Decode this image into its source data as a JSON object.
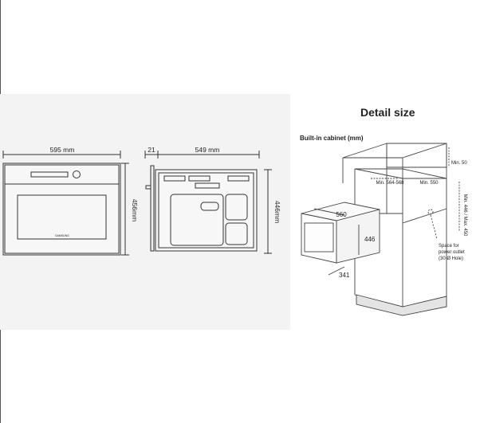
{
  "detail": {
    "title": "Detail size",
    "cabinet_label": "Built-in cabinet (mm)",
    "min_50": "Min. 50",
    "min_550": "Min. 550",
    "width_range": "Min. 564-568",
    "height_range": "Min. 446 / Max. 450",
    "oven_width": "560",
    "oven_height": "446",
    "oven_depth": "341",
    "outlet_line1": "Space for",
    "outlet_line2": "power outlet",
    "outlet_line3": "(30 Ø Hole)"
  },
  "front_view": {
    "width_label": "595 mm",
    "height_label": "456mm",
    "brand": "SAMSUNG"
  },
  "side_view": {
    "door_label": "21",
    "depth_label": "549 mm",
    "height_label": "446mm"
  },
  "colors": {
    "line": "#333333",
    "panel": "#f3f3f3",
    "cabinet_base": "#e4e4e4"
  }
}
